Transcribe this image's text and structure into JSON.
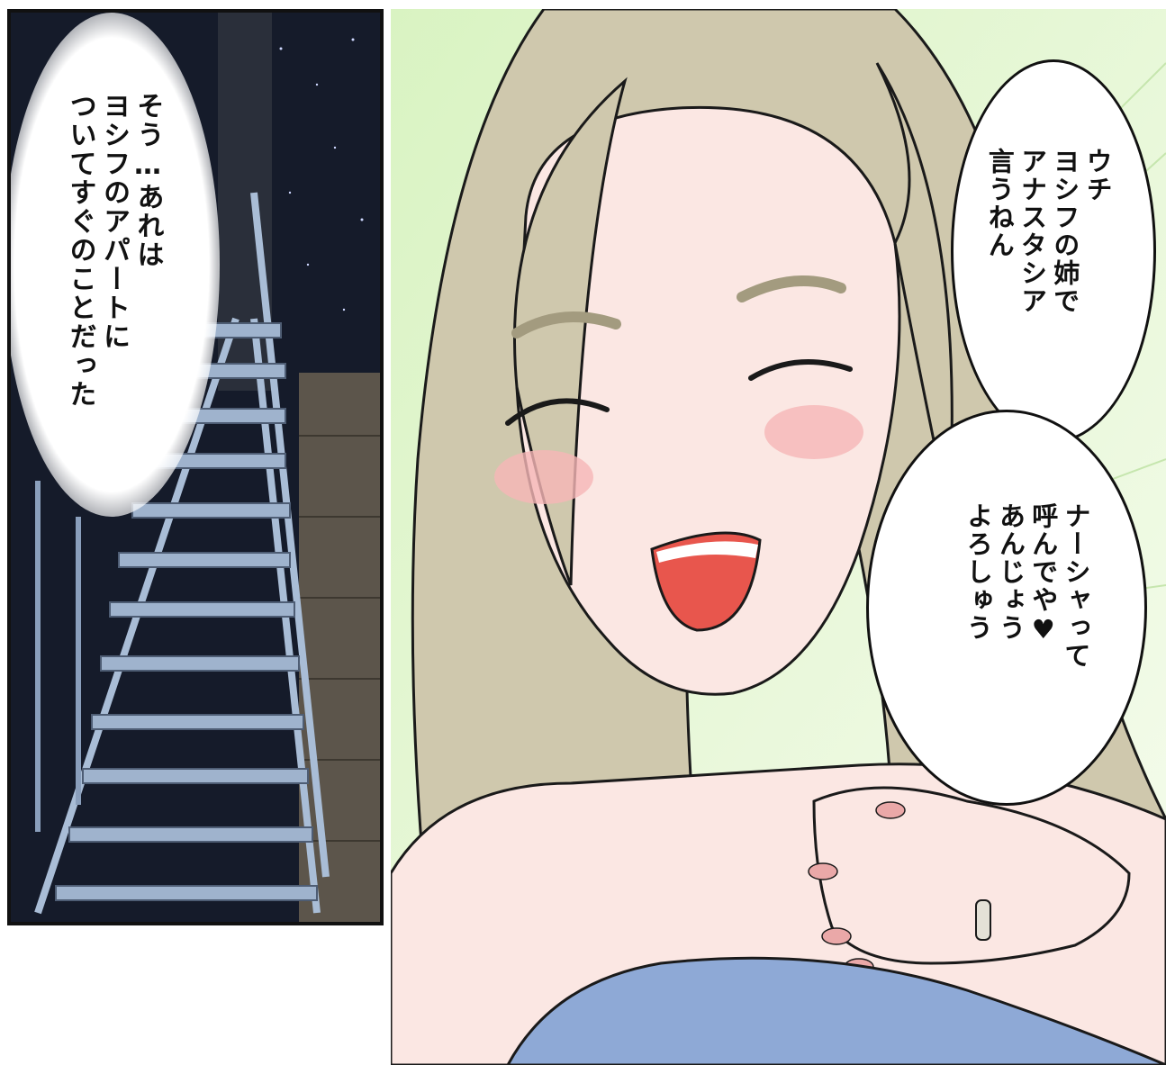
{
  "narration": {
    "lines": [
      "そう…あれは",
      "ヨシフのアパートに",
      "ついてすぐのことだった"
    ]
  },
  "speech_top": {
    "lines": [
      "ウチ",
      "ヨシフの姉で",
      "アナスタシア",
      "言うねん"
    ]
  },
  "speech_bottom": {
    "lines": [
      "ナーシャって",
      "呼んでや♥",
      "あんじょう",
      "よろしゅう"
    ]
  },
  "colors": {
    "night_sky": "#151b2a",
    "stairs": "#a9bdd6",
    "hair": "#cfc8ad",
    "skin": "#fbe7e3",
    "mouth": "#e8564d",
    "towel": "#8ea9d6",
    "bg_green": "#e7f7d6"
  }
}
